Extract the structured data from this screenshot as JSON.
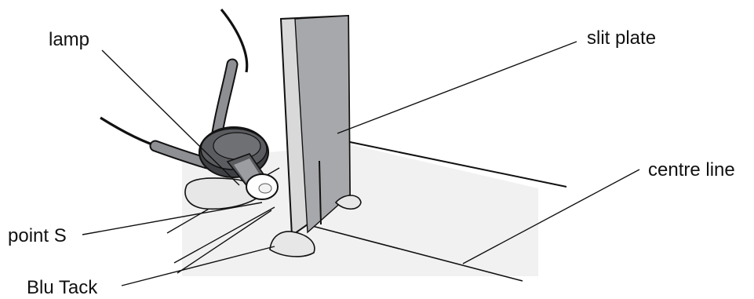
{
  "labels": {
    "lamp": "lamp",
    "slit_plate": "slit plate",
    "centre_line": "centre line",
    "point_s": "point S",
    "blu_tack": "Blu Tack"
  },
  "colors": {
    "paper": "#f1f1f1",
    "plate_face": "#a7a8ab",
    "plate_edge": "#d9d9da",
    "lamp_body": "#5b5c60",
    "lamp_dark": "#3f4044",
    "lamp_light": "#9c9da1",
    "blu_tack": "#e7e7e7",
    "cable": "#8e8f93",
    "ink": "#111111"
  },
  "icons": [
    "lamp-icon",
    "slit-plate-icon",
    "blu-tack-icon",
    "cable-icon"
  ]
}
